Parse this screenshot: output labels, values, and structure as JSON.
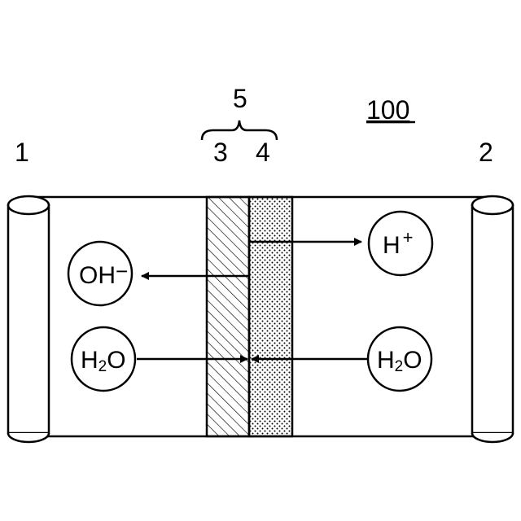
{
  "labels": {
    "device": "100",
    "electrode_left": "1",
    "electrode_right": "2",
    "layer_3": "3",
    "layer_4": "4",
    "membrane": "5"
  },
  "ions": {
    "hydroxide": {
      "base": "OH",
      "charge": "−"
    },
    "proton": {
      "base": "H",
      "charge": "+"
    },
    "water_left": {
      "h": "H",
      "sub": "2",
      "o": "O"
    },
    "water_right": {
      "h": "H",
      "sub": "2",
      "o": "O"
    }
  },
  "colors": {
    "ink": "#000000",
    "background": "#ffffff"
  }
}
